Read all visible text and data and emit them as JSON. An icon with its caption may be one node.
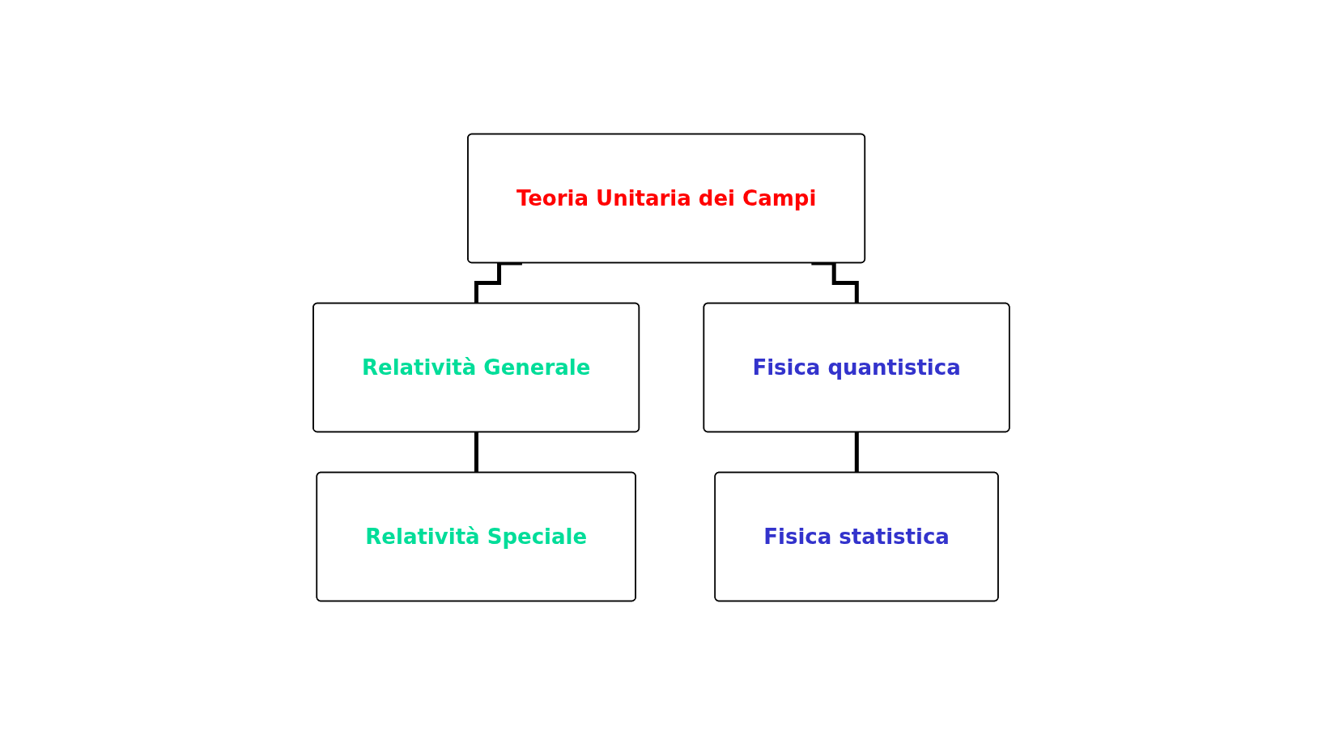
{
  "diagram": {
    "nodes": [
      {
        "text": [
          "Teoria Unitaria dei Campi"
        ]
      },
      {
        "text": [
          "Relatività Generale"
        ]
      },
      {
        "text": [
          "Fisica quantistica"
        ]
      },
      {
        "text": [
          "Relatività Speciale"
        ]
      },
      {
        "text": [
          "Fisica statistica"
        ]
      }
    ],
    "edges": [
      {
        "from": 0,
        "to": 1,
        "arrow": "none"
      },
      {
        "from": 0,
        "to": 2,
        "arrow": "none"
      },
      {
        "from": 1,
        "to": 3,
        "arrow": "none"
      },
      {
        "from": 2,
        "to": 4,
        "arrow": "none"
      }
    ]
  }
}
